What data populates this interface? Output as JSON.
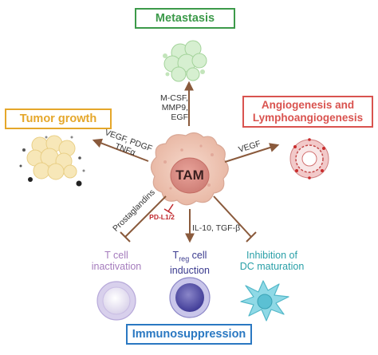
{
  "colors": {
    "arrow": "#8a5a3c",
    "inhibit": "#8a5a3c",
    "pdl1": "#c0282d",
    "metastasis": "#3c9a4a",
    "tumor_growth": "#e5a72a",
    "angiogenesis": "#d9534f",
    "immunosuppression": "#2a78c2",
    "t_cell": "#a57cbd",
    "treg": "#3b3b8f",
    "dc": "#2aa0a8",
    "tam_fill": "#f1c8b8",
    "tam_nucleus": "#d98d84"
  },
  "center": {
    "label": "TAM"
  },
  "boxes": {
    "metastasis": "Metastasis",
    "tumor_growth": "Tumor growth",
    "angiogenesis_line1": "Angiogenesis and",
    "angiogenesis_line2": "Lymphoangiogenesis",
    "immunosuppression": "Immunosuppression"
  },
  "arrow_labels": {
    "metastasis": [
      "M-CSF,",
      "MMP9,",
      "EGF"
    ],
    "tumor_growth_line1": "VEGF, PDGF",
    "tumor_growth_line2": "TNFα",
    "angiogenesis": "VEGF",
    "prostaglandins": "Prostaglandins",
    "pdl": "PD-L1/2",
    "treg": "IL-10, TGF-β"
  },
  "outcomes": {
    "t_cell_line1": "T cell",
    "t_cell_line2": "inactivation",
    "treg_prefix": "T",
    "treg_sub": "reg",
    "treg_suffix": " cell",
    "treg_line2": "induction",
    "dc_line1": "Inhibition of",
    "dc_line2": "DC maturation"
  },
  "icons": [
    "metastasis-cluster-icon",
    "tumor-spheroid-icon",
    "blood-vessel-icon",
    "t-cell-icon",
    "treg-cell-icon",
    "dendritic-cell-icon"
  ]
}
